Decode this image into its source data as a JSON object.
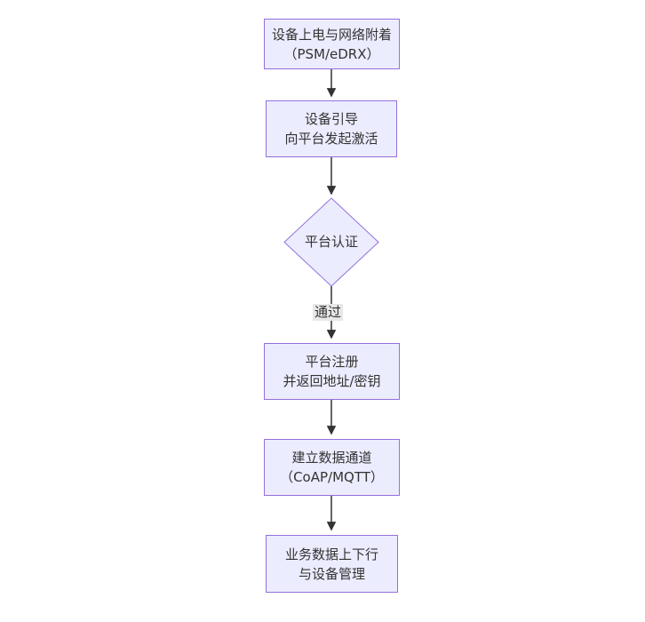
{
  "diagram": {
    "type": "flowchart",
    "direction": "top-down",
    "colors": {
      "background": "#ffffff",
      "node_fill": "#ececff",
      "node_border": "#9370db",
      "arrow": "#333333",
      "edge_label_bg": "#e8e8e8",
      "text": "#333333"
    },
    "nodes": [
      {
        "id": "power-attach",
        "shape": "rect",
        "line1": "设备上电与网络附着",
        "line2": "（PSM/eDRX）"
      },
      {
        "id": "bootstrap",
        "shape": "rect",
        "line1": "设备引导",
        "line2": "向平台发起激活"
      },
      {
        "id": "platform-auth",
        "shape": "diamond",
        "line1": "平台认证",
        "line2": ""
      },
      {
        "id": "platform-register",
        "shape": "rect",
        "line1": "平台注册",
        "line2": "并返回地址/密钥"
      },
      {
        "id": "data-channel",
        "shape": "rect",
        "line1": "建立数据通道",
        "line2": "（CoAP/MQTT）"
      },
      {
        "id": "business-data",
        "shape": "rect",
        "line1": "业务数据上下行",
        "line2": "与设备管理"
      }
    ],
    "edges": [
      {
        "from": "power-attach",
        "to": "bootstrap",
        "label": ""
      },
      {
        "from": "bootstrap",
        "to": "platform-auth",
        "label": ""
      },
      {
        "from": "platform-auth",
        "to": "platform-register",
        "label": "通过"
      },
      {
        "from": "platform-register",
        "to": "data-channel",
        "label": ""
      },
      {
        "from": "data-channel",
        "to": "business-data",
        "label": ""
      }
    ]
  }
}
